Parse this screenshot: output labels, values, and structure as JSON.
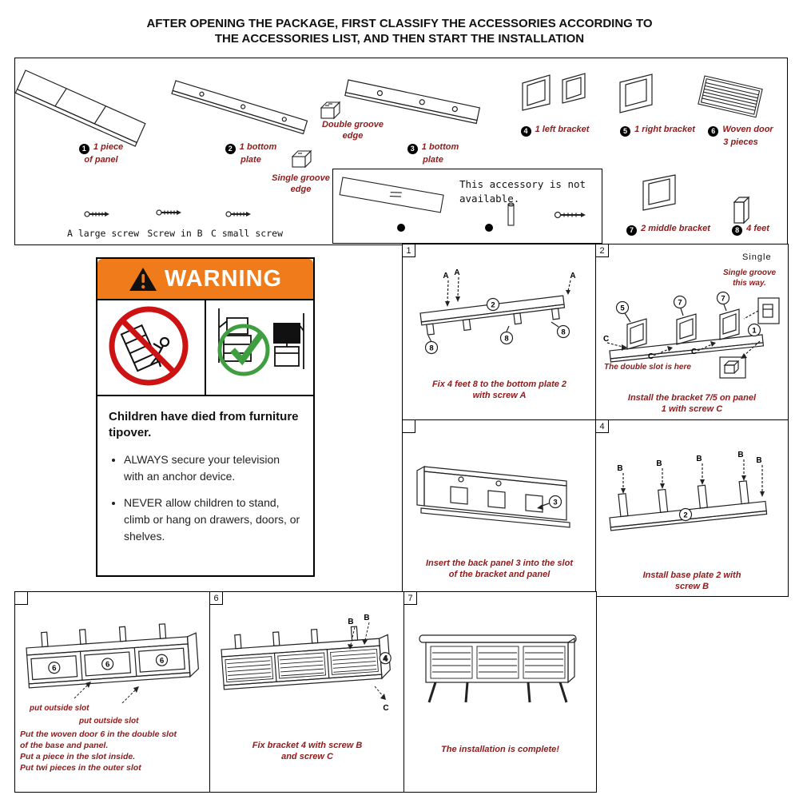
{
  "page": {
    "title_line1": "AFTER OPENING THE PACKAGE, FIRST CLASSIFY THE ACCESSORIES ACCORDING TO",
    "title_line2": "THE ACCESSORIES LIST, AND THEN START THE INSTALLATION"
  },
  "colors": {
    "caption_red": "#8e1b1b",
    "warning_orange": "#ef7b1b",
    "prohibition_red": "#cc1212",
    "check_green": "#3f9e3f"
  },
  "accessories": {
    "item1": {
      "num": "1",
      "line1": "1 piece",
      "line2": "of panel"
    },
    "item2": {
      "num": "2",
      "line1": "1 bottom",
      "line2": "plate"
    },
    "item3": {
      "num": "3",
      "line1": "1 bottom",
      "line2": "plate"
    },
    "item4": {
      "num": "4",
      "label": "1 left bracket"
    },
    "item5": {
      "num": "5",
      "label": "1 right bracket"
    },
    "item6": {
      "num": "6",
      "line1": "Woven door",
      "line2": "3 pieces"
    },
    "item7": {
      "num": "7",
      "label": "2 middle bracket"
    },
    "item8": {
      "num": "8",
      "label": "4 feet"
    },
    "double_groove": {
      "line1": "Double groove",
      "line2": "edge"
    },
    "single_groove": {
      "line1": "Single groove",
      "line2": "edge"
    },
    "screws": {
      "a": "A large screw",
      "b": "Screw in B",
      "c": "C small screw"
    },
    "not_available": {
      "line1": "This accessory is not",
      "line2": "available."
    }
  },
  "warning": {
    "header": "WARNING",
    "heading": "Children have died from furniture tipover.",
    "bullet1": "ALWAYS secure your television with an anchor device.",
    "bullet2": "NEVER allow children to stand, climb or hang on drawers, doors, or shelves."
  },
  "steps": {
    "s1": {
      "num": "1",
      "cap1": "Fix 4 feet 8 to the bottom plate 2",
      "cap2": "with screw A",
      "letter": "A",
      "mark_plate": "2",
      "mark_foot": "8"
    },
    "s2": {
      "num": "2",
      "cap1": "Install the bracket 7/5 on panel",
      "cap2": "1 with screw C",
      "letter": "C",
      "mark_left": "5",
      "mark_mid": "7",
      "mark_panel": "1",
      "note_single": "Single",
      "groove1": "Single groove",
      "groove2": "this way.",
      "slot_note": "The double slot is here"
    },
    "s3": {
      "num": "",
      "cap1": "Insert the back panel 3 into the slot",
      "cap2": "of the bracket and panel",
      "mark_back": "3"
    },
    "s4": {
      "num": "4",
      "cap1": "Install base plate 2 with",
      "cap2": "screw B",
      "letter": "B",
      "mark_plate": "2"
    },
    "s5": {
      "num": "",
      "slot_label": "put outside slot",
      "cap1": "Put the woven door 6 in the double slot",
      "cap2": "of the base and panel.",
      "cap3": "Put a piece in the slot inside.",
      "cap4": "Put twi pieces in the outer slot",
      "mark_door": "6"
    },
    "s6": {
      "num": "6",
      "cap1": "Fix bracket 4 with screw B",
      "cap2": "and screw C",
      "letter_b": "B",
      "letter_c": "C",
      "mark_bracket": "4"
    },
    "s7": {
      "num": "7",
      "cap": "The installation is complete!"
    }
  }
}
